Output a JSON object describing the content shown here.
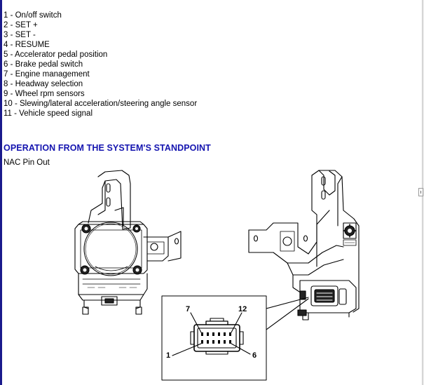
{
  "legend_items": [
    "1 - On/off switch",
    "2 - SET +",
    "3 - SET -",
    "4 - RESUME",
    "5 - Accelerator pedal position",
    "6 - Brake pedal switch",
    "7 - Engine management",
    "8 - Headway selection",
    "9 - Wheel rpm sensors",
    "10 - Slewing/lateral acceleration/steering angle sensor",
    "11 - Vehicle speed signal"
  ],
  "section": {
    "title": "OPERATION FROM THE SYSTEM'S STANDPOINT",
    "subtitle": "NAC Pin Out"
  },
  "connector_pins": {
    "top_left": "7",
    "top_right": "12",
    "bottom_left": "1",
    "bottom_right": "6"
  },
  "colors": {
    "heading": "#1515b0",
    "left_border": "#1a1a8c"
  }
}
